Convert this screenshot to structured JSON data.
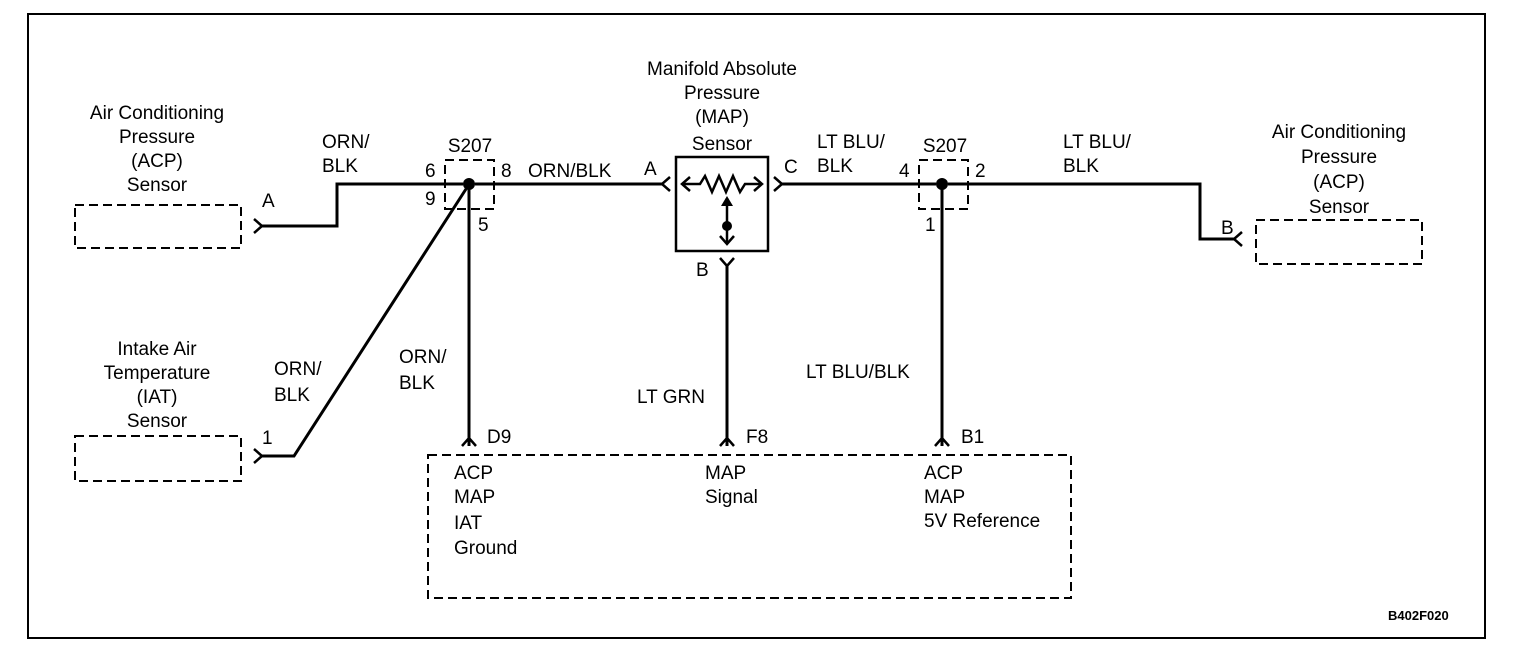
{
  "acp_left": {
    "title_lines": [
      "Air Conditioning",
      "Pressure",
      "(ACP)",
      "Sensor"
    ],
    "pin": "A"
  },
  "iat": {
    "title_lines": [
      "Intake Air",
      "Temperature",
      "(IAT)",
      "Sensor"
    ],
    "pin": "1"
  },
  "map_sensor": {
    "title_lines": [
      "Manifold Absolute",
      "Pressure",
      "(MAP)",
      "Sensor"
    ],
    "pin_a": "A",
    "pin_b": "B",
    "pin_c": "C"
  },
  "acp_right": {
    "title_lines": [
      "Air Conditioning",
      "Pressure",
      "(ACP)",
      "Sensor"
    ],
    "pin": "B"
  },
  "splice_left": {
    "name": "S207",
    "pins": {
      "p6": "6",
      "p8": "8",
      "p9": "9",
      "p5": "5"
    }
  },
  "splice_right": {
    "name": "S207",
    "pins": {
      "p4": "4",
      "p2": "2",
      "p1": "1"
    }
  },
  "wires": {
    "acp_left_top": "ORN/",
    "acp_left_bottom": "BLK",
    "splice_to_map": "ORN/BLK",
    "iat_top": "ORN/",
    "iat_bottom": "BLK",
    "ground_top": "ORN/",
    "ground_bottom": "BLK",
    "map_out_top": "LT BLU/",
    "map_out_bottom": "BLK",
    "acp_right_top": "LT BLU/",
    "acp_right_bottom": "BLK",
    "signal": "LT GRN",
    "reference": "LT BLU/BLK"
  },
  "ecm": {
    "pin_d9": "D9",
    "pin_f8": "F8",
    "pin_b1": "B1",
    "d9_lines": [
      "ACP",
      "MAP",
      "IAT",
      "Ground"
    ],
    "f8_lines": [
      "MAP",
      "Signal"
    ],
    "b1_lines": [
      "ACP",
      "MAP",
      "5V Reference"
    ]
  },
  "figure_id": "B402F020"
}
